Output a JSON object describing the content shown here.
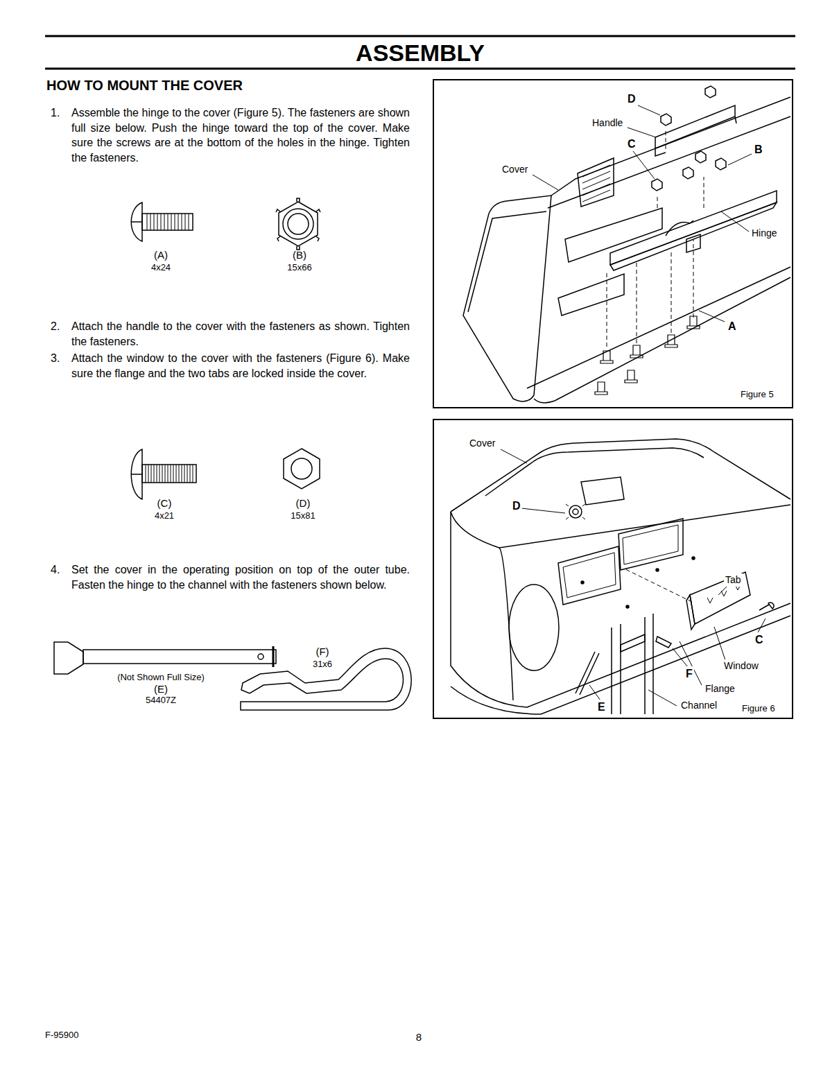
{
  "diagram": {
    "title": "ASSEMBLY",
    "labels": [
      "HOW TO MOUNT THE COVER",
      "1.",
      "Assemble the hinge to the cover (Figure 5). The fasteners are shown full size below. Push the hinge toward the top of the cover. Make sure the screws are at the bottom of the holes in the hinge. Tighten the fasteners.",
      "(A)",
      "4x24",
      "(B)",
      "15x66",
      "2.",
      "Attach the handle to the cover with the fasteners as shown. Tighten the fasteners.",
      "3.",
      "Attach the window to the cover with the fasteners (Figure 6). Make sure the flange and the two tabs are locked inside the cover.",
      "(C)",
      "4x21",
      "(D)",
      "15x81",
      "4.",
      "Set the cover in the operating position on top of the outer tube. Fasten the hinge to the channel with the fasteners shown below.",
      "(Not Shown Full Size)",
      "(E)",
      "54407Z",
      "(F)",
      "31x6",
      "D",
      "Handle",
      "C",
      "B",
      "Cover",
      "Hinge",
      "A",
      "Figure 5",
      "Cover",
      "D",
      "Tab",
      "C",
      "Window",
      "F",
      "Flange",
      "E",
      "Channel",
      "Figure 6",
      "F-95900",
      "8"
    ]
  }
}
